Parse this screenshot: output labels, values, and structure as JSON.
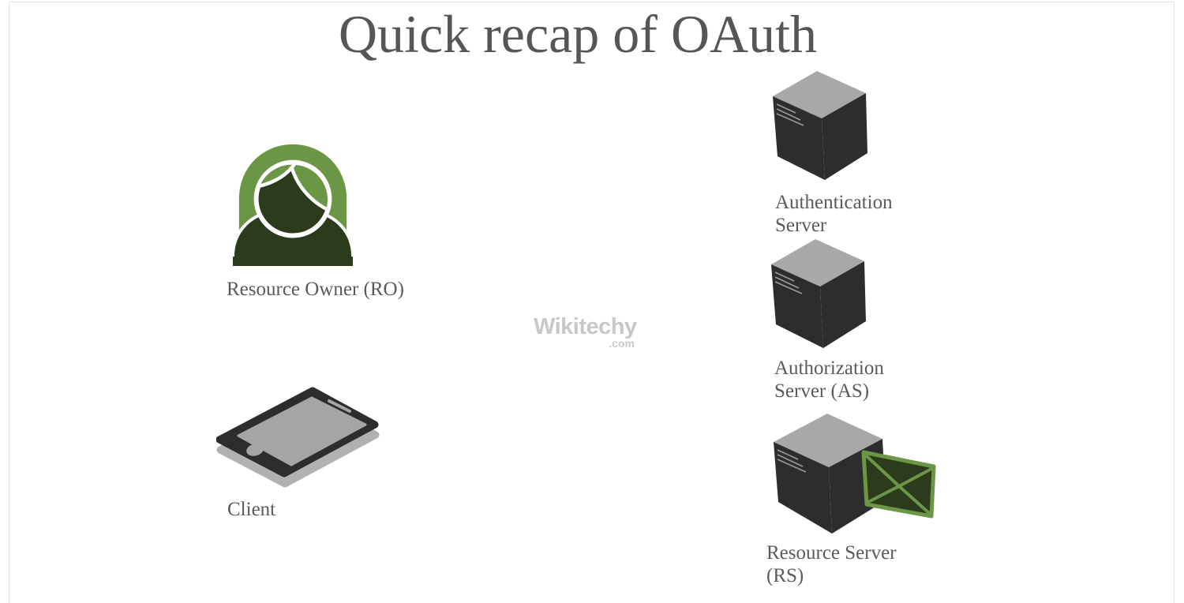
{
  "page": {
    "title": "Quick recap of OAuth"
  },
  "watermark": {
    "name": "Wikitechy",
    "domain": ".com"
  },
  "nodes": {
    "resource_owner": {
      "label": "Resource Owner (RO)",
      "icon": "person-icon"
    },
    "client": {
      "label": "Client",
      "icon": "tablet-icon"
    },
    "authentication_server": {
      "line1": "Authentication",
      "line2": "Server",
      "icon": "server-icon"
    },
    "authorization_server": {
      "line1": "Authorization",
      "line2": "Server (AS)",
      "icon": "server-icon"
    },
    "resource_server": {
      "line1": "Resource Server",
      "line2": "(RS)",
      "icon": "server-with-envelope-icon"
    }
  },
  "colors": {
    "title_text": "#565656",
    "label_text": "#5a5a5a",
    "green_light": "#6b9646",
    "green_dark": "#2c3b1c",
    "server_body": "#2d2d2d",
    "server_top": "#a8a8a8",
    "server_vents": "#9a9a9a",
    "device_bezel": "#2d2d2d",
    "device_screen": "#a5a5a5",
    "device_base": "#b1b1b1",
    "watermark_text": "#c7c7c7",
    "frame_border": "#e2e2e2"
  }
}
